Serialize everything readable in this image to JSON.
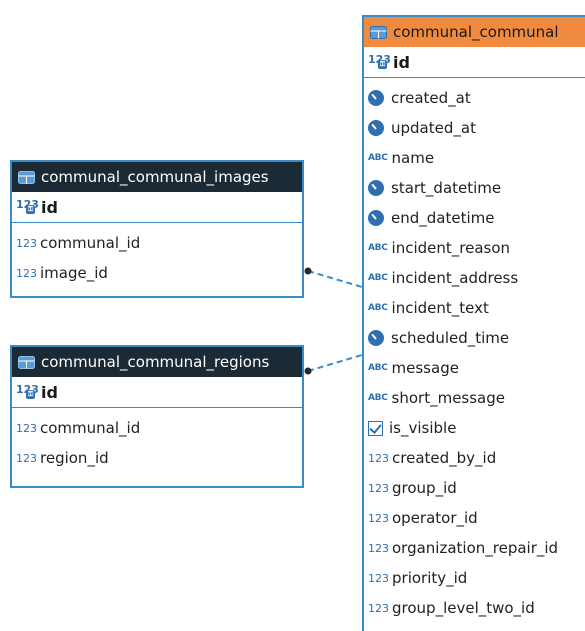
{
  "entities": {
    "main": {
      "title": "communal_communal",
      "pk": "id",
      "pk_badge": "123",
      "columns": [
        {
          "name": "created_at",
          "type": "clock"
        },
        {
          "name": "updated_at",
          "type": "clock"
        },
        {
          "name": "name",
          "type": "abc"
        },
        {
          "name": "start_datetime",
          "type": "clock"
        },
        {
          "name": "end_datetime",
          "type": "clock"
        },
        {
          "name": "incident_reason",
          "type": "abc"
        },
        {
          "name": "incident_address",
          "type": "abc"
        },
        {
          "name": "incident_text",
          "type": "abc"
        },
        {
          "name": "scheduled_time",
          "type": "clock"
        },
        {
          "name": "message",
          "type": "abc"
        },
        {
          "name": "short_message",
          "type": "abc"
        },
        {
          "name": "is_visible",
          "type": "check"
        },
        {
          "name": "created_by_id",
          "type": "num"
        },
        {
          "name": "group_id",
          "type": "num"
        },
        {
          "name": "operator_id",
          "type": "num"
        },
        {
          "name": "organization_repair_id",
          "type": "num"
        },
        {
          "name": "priority_id",
          "type": "num"
        },
        {
          "name": "group_level_two_id",
          "type": "num"
        }
      ]
    },
    "images": {
      "title": "communal_communal_images",
      "pk": "id",
      "pk_badge": "123",
      "columns": [
        {
          "name": "communal_id",
          "type": "num"
        },
        {
          "name": "image_id",
          "type": "num"
        }
      ]
    },
    "regions": {
      "title": "communal_communal_regions",
      "pk": "id",
      "pk_badge": "123",
      "columns": [
        {
          "name": "communal_id",
          "type": "num"
        },
        {
          "name": "region_id",
          "type": "num"
        }
      ]
    }
  },
  "badges": {
    "num": "123",
    "abc": "ABC"
  },
  "colors": {
    "border": "#3a8cc6",
    "dark_header": "#1c2a35",
    "orange_header": "#f08a3e",
    "icon_blue": "#2f6fb0",
    "connector": "#3a8cc6"
  }
}
